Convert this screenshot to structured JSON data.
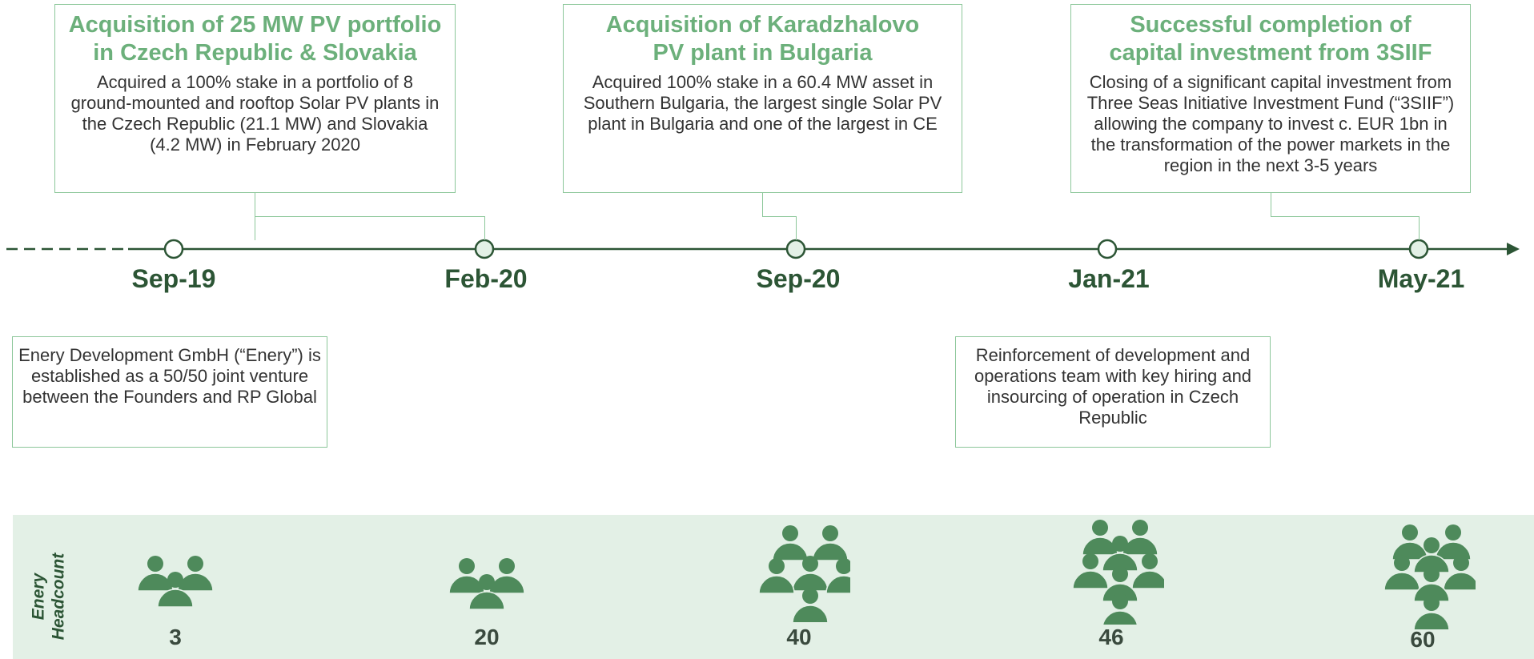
{
  "colors": {
    "accent": "#6cb07b",
    "dark": "#2c5535",
    "band": "#e3f0e6",
    "people": "#4e8a5b"
  },
  "timeline": {
    "dates": [
      "Sep-19",
      "Feb-20",
      "Sep-20",
      "Jan-21",
      "May-21"
    ]
  },
  "top_events": [
    {
      "title": "Acquisition of 25 MW PV portfolio in Czech Republic & Slovakia",
      "body": "Acquired a 100% stake in a portfolio of 8 ground-mounted and rooftop Solar PV plants in the Czech Republic (21.1 MW) and Slovakia (4.2 MW) in February 2020"
    },
    {
      "title": "Acquisition of Karadzhalovo PV plant in Bulgaria",
      "body": "Acquired 100% stake in a 60.4 MW asset in Southern Bulgaria, the largest single Solar PV plant in Bulgaria and one of the largest in CE"
    },
    {
      "title": "Successful completion of capital investment from 3SIIF",
      "body": "Closing of a significant capital investment from Three Seas Initiative Investment Fund (“3SIIF”) allowing the company to invest c. EUR 1bn in the transformation of the power markets in the region in the next 3-5 years"
    }
  ],
  "bottom_events": [
    {
      "body": "Enery Development GmbH (“Enery”) is established as a 50/50 joint venture between the Founders and RP Global"
    },
    {
      "body": "Reinforcement of development and operations team with key hiring and insourcing of operation in Czech Republic"
    }
  ],
  "headcount": {
    "label": "Enery Headcount",
    "values": [
      "3",
      "20",
      "40",
      "46",
      "60"
    ]
  }
}
